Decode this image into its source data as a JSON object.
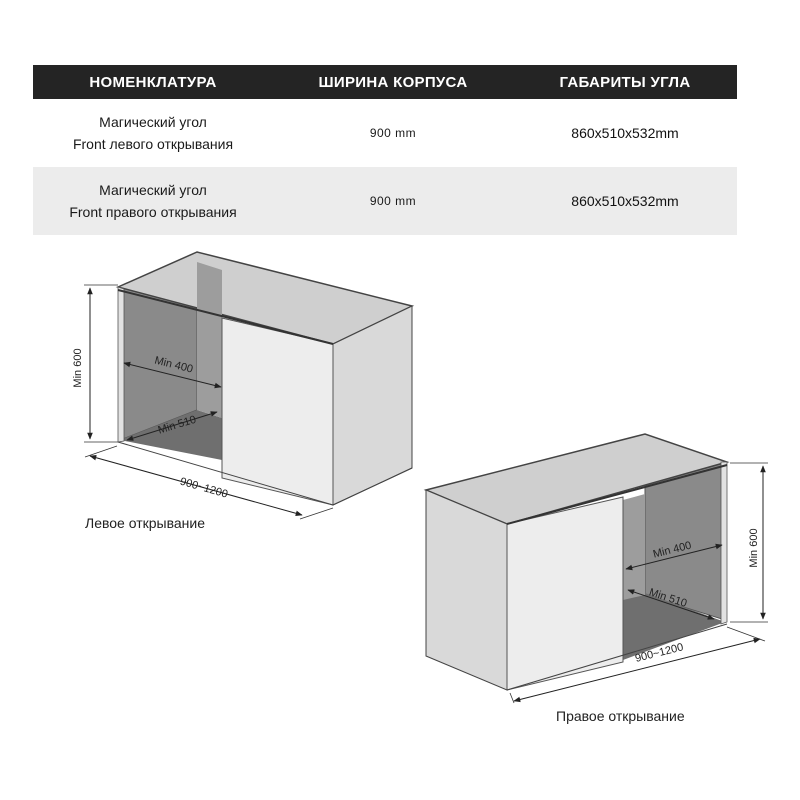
{
  "table": {
    "headers": [
      "НОМЕНКЛАТУРА",
      "ШИРИНА КОРПУСА",
      "ГАБАРИТЫ УГЛА"
    ],
    "rows": [
      {
        "name_line1": "Магический угол",
        "name_line2": "Front левого открывания",
        "width": "900 mm",
        "dims": "860x510x532mm"
      },
      {
        "name_line1": "Магический угол",
        "name_line2": "Front правого открывания",
        "width": "900 mm",
        "dims": "860x510x532mm"
      }
    ]
  },
  "left_diagram": {
    "height_label": "Min 600",
    "depth_label": "Min 400",
    "inner_label": "Min 510",
    "width_label": "900~1200",
    "caption": "Левое открывание"
  },
  "right_diagram": {
    "height_label": "Min 600",
    "depth_label": "Min 400",
    "inner_label": "Min 510",
    "width_label": "900~1200",
    "caption": "Правое открывание"
  }
}
